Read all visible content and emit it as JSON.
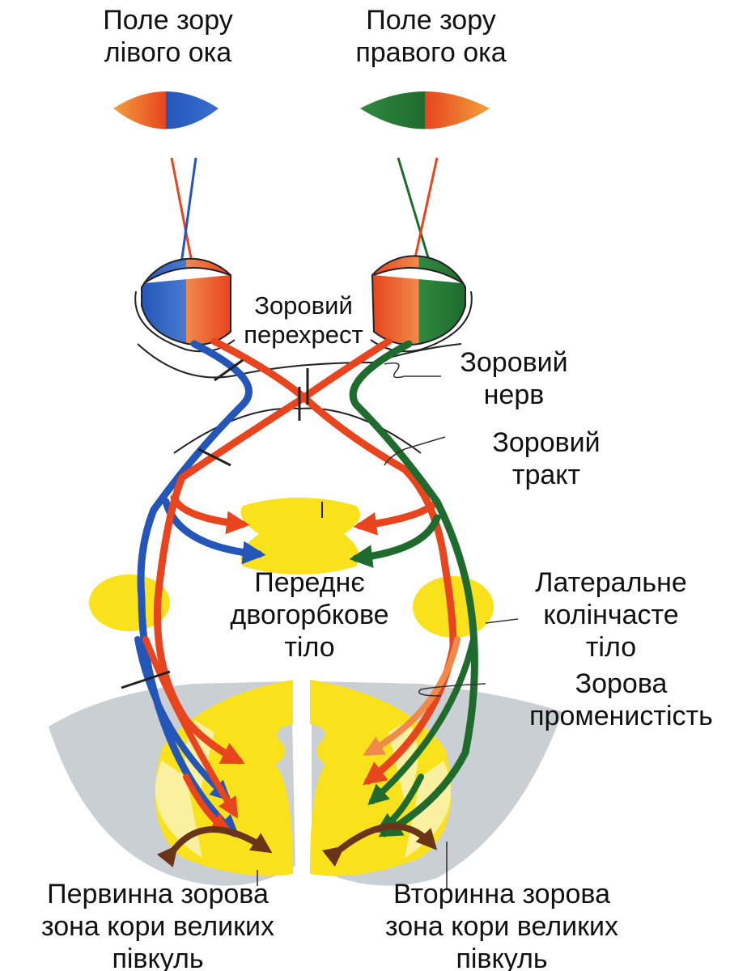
{
  "labels": {
    "left_field": [
      "Поле зору",
      "лівого ока"
    ],
    "right_field": [
      "Поле зору",
      "правого ока"
    ],
    "chiasm": [
      "Зоровий",
      "перехрест"
    ],
    "nerve": [
      "Зоровий",
      "нерв"
    ],
    "tract": [
      "Зоровий",
      "тракт"
    ],
    "superior_colliculus": [
      "Переднє",
      "двогорбкове",
      "тіло"
    ],
    "lgn": [
      "Латеральне",
      "колінчасте",
      "тіло"
    ],
    "radiation": [
      "Зорова",
      "променистість"
    ],
    "primary_cortex": [
      "Первинна зорова",
      "зона кори великих",
      "півкуль"
    ],
    "secondary_cortex": [
      "Вторинна зорова",
      "зона кори великих",
      "півкуль"
    ]
  },
  "colors": {
    "red": "#e8441e",
    "orange": "#f08a4b",
    "blue": "#2356b8",
    "green": "#1f6b2e",
    "yellow": "#f9e21c",
    "pale_yellow": "#fbf0a0",
    "grey": "#c9cfd3",
    "brown": "#6a3418"
  }
}
